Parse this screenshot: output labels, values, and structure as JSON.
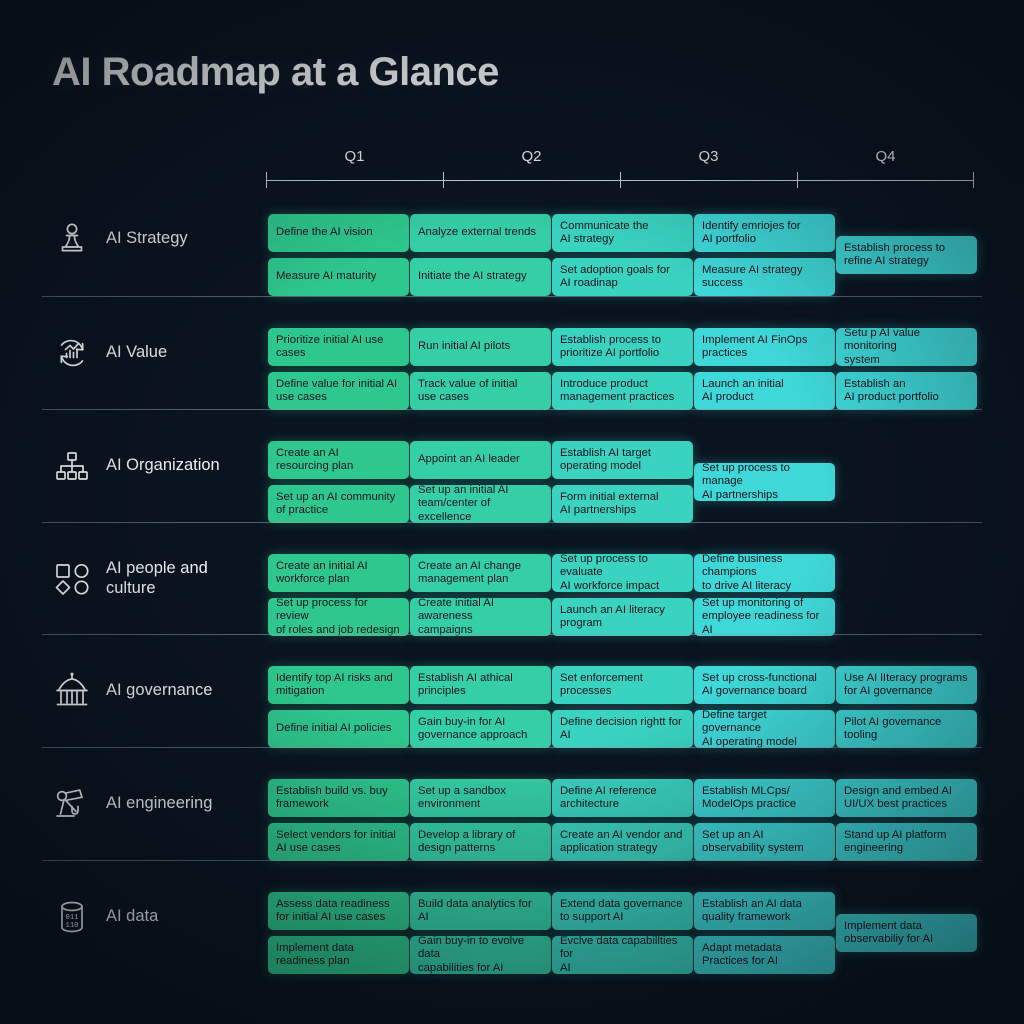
{
  "title": "AI Roadmap at a Glance",
  "timeline": {
    "quarters": [
      "Q1",
      "Q2",
      "Q3",
      "Q4"
    ]
  },
  "colors": {
    "background": "#0a1420",
    "q1": "#2ec88e",
    "q2": "#35cfa6",
    "q3": "#3ad3c0",
    "q4": "#3fd8d8",
    "card_text": "#08131b",
    "label_text": "#f2f6f9",
    "axis": "#c9d4de"
  },
  "rows": [
    {
      "label": "AI Strategy",
      "icon": "chess-pawn-icon",
      "top": [
        {
          "text": "Define the AI vision",
          "q": 1
        },
        {
          "text": "Analyze external trends",
          "q": 2
        },
        {
          "text": "Communicate the\nAI strategy",
          "q": 3
        },
        {
          "text": "Identify emriojes for\nAI portfolio",
          "q": 4
        }
      ],
      "bottom": [
        {
          "text": "Measure AI maturity",
          "q": 1
        },
        {
          "text": "Initiate the AI strategy",
          "q": 2
        },
        {
          "text": "Set adoption goals for\nAI roadinap",
          "q": 3
        },
        {
          "text": "Measure AI strategy\nsuccess",
          "q": 4
        }
      ],
      "middle": [
        {
          "text": "Establish process to\nrefine AI strategy",
          "q": 5
        }
      ]
    },
    {
      "label": "AI Value",
      "icon": "value-cycle-chart-icon",
      "top": [
        {
          "text": "Prioritize initial AI use\ncases",
          "q": 1
        },
        {
          "text": "Run initial AI pilots",
          "q": 2
        },
        {
          "text": "Establish process to\nprioritize AI portfolio",
          "q": 3
        },
        {
          "text": "Implement AI FinOps\npractices",
          "q": 4
        },
        {
          "text": "Setu p AI value monitoring\nsystem",
          "q": 5
        }
      ],
      "bottom": [
        {
          "text": "Define value for initial AI\nuse cases",
          "q": 1
        },
        {
          "text": "Track value of initial\nuse cases",
          "q": 2
        },
        {
          "text": "Introduce product\nmanagement practices",
          "q": 3
        },
        {
          "text": "Launch an initial\nAI product",
          "q": 4
        },
        {
          "text": "Establish an\nAI product portfolio",
          "q": 5
        }
      ],
      "middle": []
    },
    {
      "label": "AI Organization",
      "icon": "org-chart-icon",
      "top": [
        {
          "text": "Create an AI\nresourcing plan",
          "q": 1
        },
        {
          "text": "Appoint an AI leader",
          "q": 2
        },
        {
          "text": "Establish AI target\noperating model",
          "q": 3
        }
      ],
      "bottom": [
        {
          "text": "Set up an AI community\nof practice",
          "q": 1
        },
        {
          "text": "Set up an initial AI\nteam/center of excellence",
          "q": 2
        },
        {
          "text": "Form initial external\nAI partnerships",
          "q": 3
        }
      ],
      "middle": [
        {
          "text": "Set up process to manage\nAI partnerships",
          "q": 4
        }
      ]
    },
    {
      "label": "AI people and\nculture",
      "icon": "shapes-group-icon",
      "top": [
        {
          "text": "Create an initial AI\nworkforce plan",
          "q": 1
        },
        {
          "text": "Create an AI change\nmanagement plan",
          "q": 2
        },
        {
          "text": "Set up process to evaluate\nAI workforce impact",
          "q": 3
        },
        {
          "text": "Define business champions\nto drive AI literacy",
          "q": 4
        }
      ],
      "bottom": [
        {
          "text": "Set up process for review\nof roles and job redesign",
          "q": 1
        },
        {
          "text": "Create initial AI awareness\ncampaigns",
          "q": 2
        },
        {
          "text": "Launch an AI literacy\nprogram",
          "q": 3
        },
        {
          "text": "Set up monitoring of\nemployee readiness for AI",
          "q": 4
        }
      ],
      "middle": []
    },
    {
      "label": "AI governance",
      "icon": "government-building-icon",
      "top": [
        {
          "text": "Identify top AI risks and\nmitigation",
          "q": 1
        },
        {
          "text": "Establish AI athical\nprinciples",
          "q": 2
        },
        {
          "text": "Set enforcement processes",
          "q": 3
        },
        {
          "text": "Set up cross-functional\nAI governance board",
          "q": 4
        },
        {
          "text": "Use AI lIteracy programs\nfor AI governance",
          "q": 5
        }
      ],
      "bottom": [
        {
          "text": "Define initial AI policies",
          "q": 1
        },
        {
          "text": "Gain buy-in for AI\ngovernance approach",
          "q": 2
        },
        {
          "text": "Define decision rightt for AI",
          "q": 3
        },
        {
          "text": "Define target governance\nAI operating model",
          "q": 4
        },
        {
          "text": "Pilot AI governance tooling",
          "q": 5
        }
      ],
      "middle": []
    },
    {
      "label": "AI engineering",
      "icon": "robotic-arm-icon",
      "top": [
        {
          "text": "Establish build vs. buy\nframework",
          "q": 1
        },
        {
          "text": "Set up a sandbox\nenvironment",
          "q": 2
        },
        {
          "text": "Define AI reference\narchitecture",
          "q": 3
        },
        {
          "text": "Establish MLCps/\nModelOps practice",
          "q": 4
        },
        {
          "text": "Design and embed AI\nUI/UX best practices",
          "q": 5
        }
      ],
      "bottom": [
        {
          "text": "Select vendors for initial\nAI use cases",
          "q": 1
        },
        {
          "text": "Develop a library of\ndesign patterns",
          "q": 2
        },
        {
          "text": "Create an AI vendor and\napplication strategy",
          "q": 3
        },
        {
          "text": "Set up an AI\nobservability system",
          "q": 4
        },
        {
          "text": "Stand up AI platform\nengineering",
          "q": 5
        }
      ],
      "middle": []
    },
    {
      "label": "AI data",
      "icon": "database-cylinder-icon",
      "top": [
        {
          "text": "Assess data readiness\nfor initial AI use cases",
          "q": 1
        },
        {
          "text": "Build data analytics for AI",
          "q": 2
        },
        {
          "text": "Extend data governance\nto support AI",
          "q": 3
        },
        {
          "text": "Establish an AI data\nquality framework",
          "q": 4
        }
      ],
      "bottom": [
        {
          "text": "Implement data\nreadiness plan",
          "q": 1
        },
        {
          "text": "Gain buy-in to evolve data\ncapabilities for AI",
          "q": 2
        },
        {
          "text": "Evclve data capabillties for\nAI",
          "q": 3
        },
        {
          "text": "Adapt metadata\nPractices for AI",
          "q": 4
        }
      ],
      "middle": [
        {
          "text": "Implement data\nobservabiliy for AI",
          "q": 5
        }
      ]
    }
  ]
}
